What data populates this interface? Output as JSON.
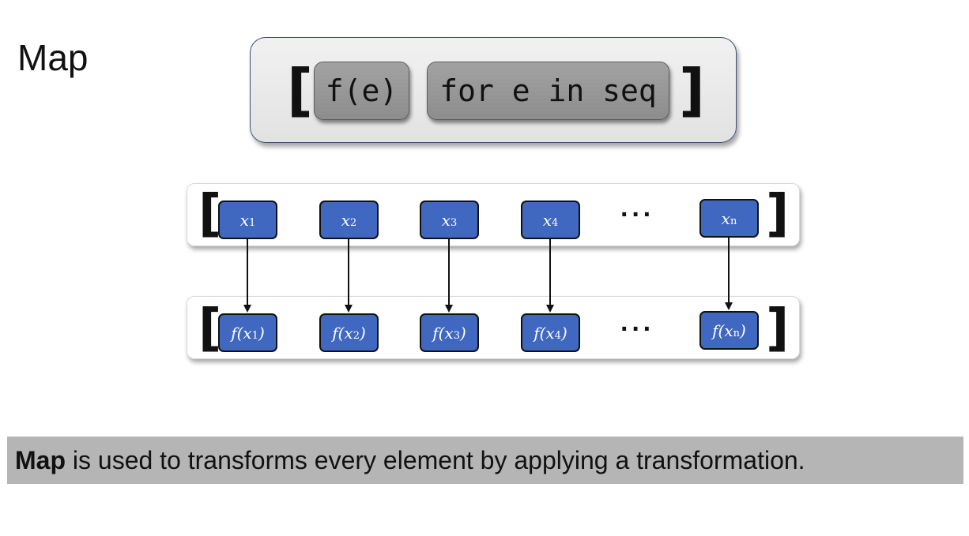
{
  "title": "Map",
  "syntax": {
    "open_bracket": "[",
    "expr": "f(e)",
    "loop": "for e in seq",
    "close_bracket": "]"
  },
  "input_row": {
    "open_bracket": "[",
    "close_bracket": "]",
    "items": [
      {
        "base": "x",
        "sub": "1"
      },
      {
        "base": "x",
        "sub": "2"
      },
      {
        "base": "x",
        "sub": "3"
      },
      {
        "base": "x",
        "sub": "4"
      },
      {
        "base": "x",
        "sub": "n"
      }
    ],
    "ellipsis": "···"
  },
  "output_row": {
    "open_bracket": "[",
    "close_bracket": "]",
    "items": [
      {
        "fn": "f(",
        "base": "x",
        "sub": "1",
        "close": ")"
      },
      {
        "fn": "f(",
        "base": "x",
        "sub": "2",
        "close": ")"
      },
      {
        "fn": "f(",
        "base": "x",
        "sub": "3",
        "close": ")"
      },
      {
        "fn": "f(",
        "base": "x",
        "sub": "4",
        "close": ")"
      },
      {
        "fn": "f(",
        "base": "x",
        "sub": "n",
        "close": ")"
      }
    ],
    "ellipsis": "···"
  },
  "caption": {
    "bold": "Map",
    "rest": " is used to transforms every element by applying a transformation."
  }
}
